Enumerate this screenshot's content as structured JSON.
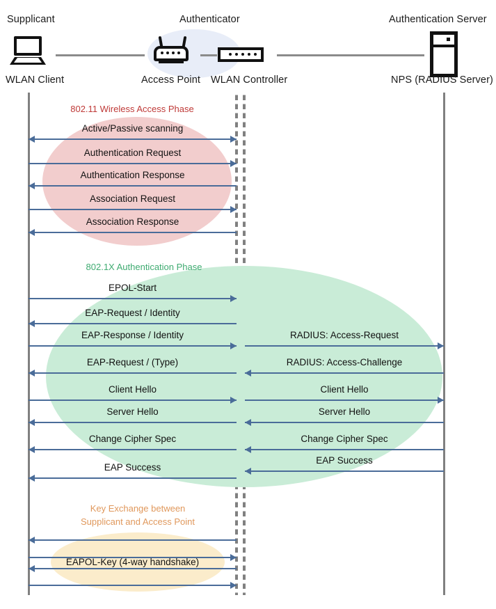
{
  "actors": [
    {
      "id": "supplicant",
      "title": "Supplicant",
      "sublabel": "WLAN Client",
      "icon": "laptop-icon"
    },
    {
      "id": "authenticator",
      "title": "Authenticator",
      "sublabel": "",
      "icon": ""
    },
    {
      "id": "access-point",
      "title": "",
      "sublabel": "Access Point",
      "icon": "access-point-icon"
    },
    {
      "id": "wlan-controller",
      "title": "",
      "sublabel": "WLAN Controller",
      "icon": "controller-icon"
    },
    {
      "id": "auth-server",
      "title": "Authentication Server",
      "sublabel": "NPS (RADIUS Server)",
      "icon": "server-icon"
    }
  ],
  "phases": [
    {
      "id": "wireless-access",
      "title": "802.11 Wireless Access Phase",
      "color": "#bf3a38",
      "blob_color": "#f2cdcd"
    },
    {
      "id": "dot1x-auth",
      "title": "802.1X Authentication Phase",
      "color": "#3fab71",
      "blob_color": "#c9ecd7"
    },
    {
      "id": "key-exchange",
      "title": "Key Exchange between\nSupplicant and Access Point",
      "title_line1": "Key Exchange between",
      "title_line2": "Supplicant and Access Point",
      "color": "#e0985c",
      "blob_color": "#fbeccb"
    }
  ],
  "messages_left": [
    {
      "label": "Active/Passive scanning",
      "direction": "both",
      "phase": "wireless-access"
    },
    {
      "label": "Authentication Request",
      "direction": "right",
      "phase": "wireless-access"
    },
    {
      "label": "Authentication Response",
      "direction": "left",
      "phase": "wireless-access"
    },
    {
      "label": "Association Request",
      "direction": "right",
      "phase": "wireless-access"
    },
    {
      "label": "Association Response",
      "direction": "left",
      "phase": "wireless-access"
    },
    {
      "label": "EPOL-Start",
      "direction": "right",
      "phase": "dot1x-auth"
    },
    {
      "label": "EAP-Request / Identity",
      "direction": "left",
      "phase": "dot1x-auth"
    },
    {
      "label": "EAP-Response / Identity",
      "direction": "right",
      "phase": "dot1x-auth"
    },
    {
      "label": "EAP-Request / (Type)",
      "direction": "left",
      "phase": "dot1x-auth"
    },
    {
      "label": "Client Hello",
      "direction": "right",
      "phase": "dot1x-auth"
    },
    {
      "label": "Server Hello",
      "direction": "left",
      "phase": "dot1x-auth"
    },
    {
      "label": "Change Cipher Spec",
      "direction": "left",
      "phase": "dot1x-auth"
    },
    {
      "label": "EAP Success",
      "direction": "left",
      "phase": "dot1x-auth"
    },
    {
      "label": "",
      "direction": "left",
      "phase": "key-exchange"
    },
    {
      "label": "",
      "direction": "right",
      "phase": "key-exchange"
    },
    {
      "label": "EAPOL-Key (4-way handshake)",
      "direction": "left",
      "phase": "key-exchange"
    },
    {
      "label": "",
      "direction": "right",
      "phase": "key-exchange"
    }
  ],
  "messages_right": [
    {
      "label": "RADIUS: Access-Request",
      "direction": "right",
      "phase": "dot1x-auth"
    },
    {
      "label": "RADIUS: Access-Challenge",
      "direction": "left",
      "phase": "dot1x-auth"
    },
    {
      "label": "Client Hello",
      "direction": "right",
      "phase": "dot1x-auth"
    },
    {
      "label": "Server Hello",
      "direction": "left",
      "phase": "dot1x-auth"
    },
    {
      "label": "Change Cipher Spec",
      "direction": "left",
      "phase": "dot1x-auth"
    },
    {
      "label": "EAP Success",
      "direction": "left",
      "phase": "dot1x-auth"
    }
  ],
  "colors": {
    "arrow": "#4a6c99",
    "lifeline": "#808080",
    "icon": "#111111",
    "authenticator_blob": "#e8edf8",
    "wire": "#8b8b8b"
  }
}
